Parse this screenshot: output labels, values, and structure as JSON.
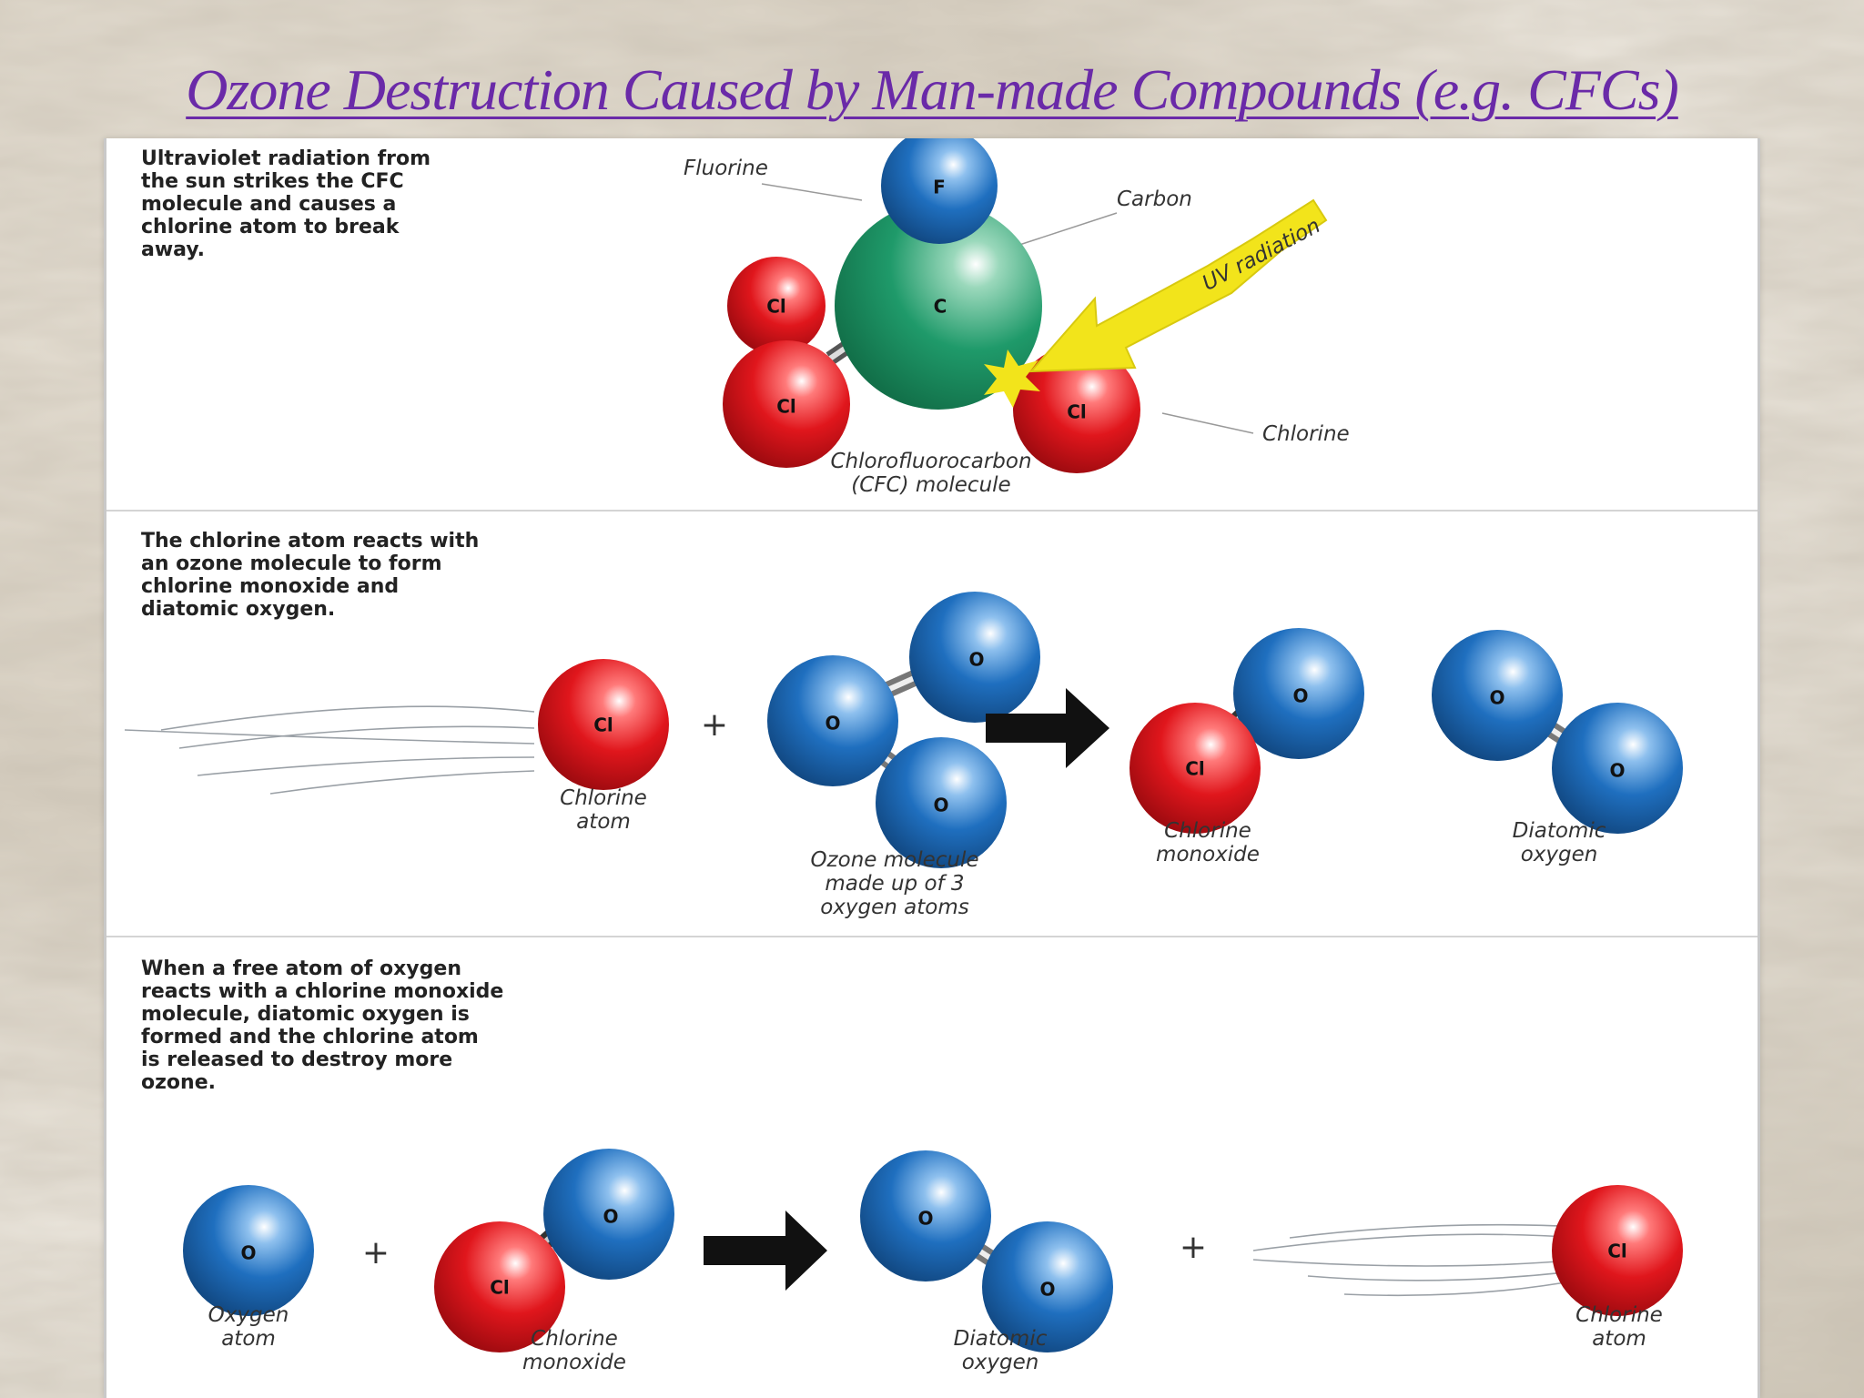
{
  "title": "Ozone Destruction Caused by Man-made Compounds (e.g. CFCs)",
  "colors": {
    "chlorine": "#e0161c",
    "oxygen": "#1f6fbf",
    "carbon": "#1f9a6a",
    "fluorine": "#1f6fbf",
    "uv": "#f2e41b",
    "title": "#6a2aa8"
  },
  "panel1": {
    "description": "Ultraviolet radiation from\nthe sun strikes the CFC\nmolecule and causes a\nchlorine atom to break\naway.",
    "labels": {
      "fluorine": "Fluorine",
      "carbon": "Carbon",
      "uv": "UV radiation",
      "chlorine": "Chlorine",
      "molecule": "Chlorofluorocarbon\n(CFC) molecule"
    },
    "atoms": {
      "f": "F",
      "c": "C",
      "cl": "Cl"
    }
  },
  "panel2": {
    "description": "The chlorine atom reacts with\nan ozone molecule to form\nchlorine monoxide and\ndiatomic oxygen.",
    "labels": {
      "chlorine_atom": "Chlorine\natom",
      "ozone": "Ozone molecule\nmade up of 3\noxygen atoms",
      "chlorine_monoxide": "Chlorine\nmonoxide",
      "diatomic_oxygen": "Diatomic\noxygen"
    },
    "plus": "+",
    "atoms": {
      "cl": "Cl",
      "o": "O"
    }
  },
  "panel3": {
    "description": "When a free atom of oxygen\nreacts with a chlorine monoxide\nmolecule, diatomic oxygen is\nformed and the chlorine atom\nis released to destroy more\nozone.",
    "labels": {
      "oxygen_atom": "Oxygen\natom",
      "chlorine_monoxide": "Chlorine\nmonoxide",
      "diatomic_oxygen": "Diatomic\noxygen",
      "chlorine_atom": "Chlorine\natom"
    },
    "plus": "+",
    "atoms": {
      "cl": "Cl",
      "o": "O"
    }
  }
}
